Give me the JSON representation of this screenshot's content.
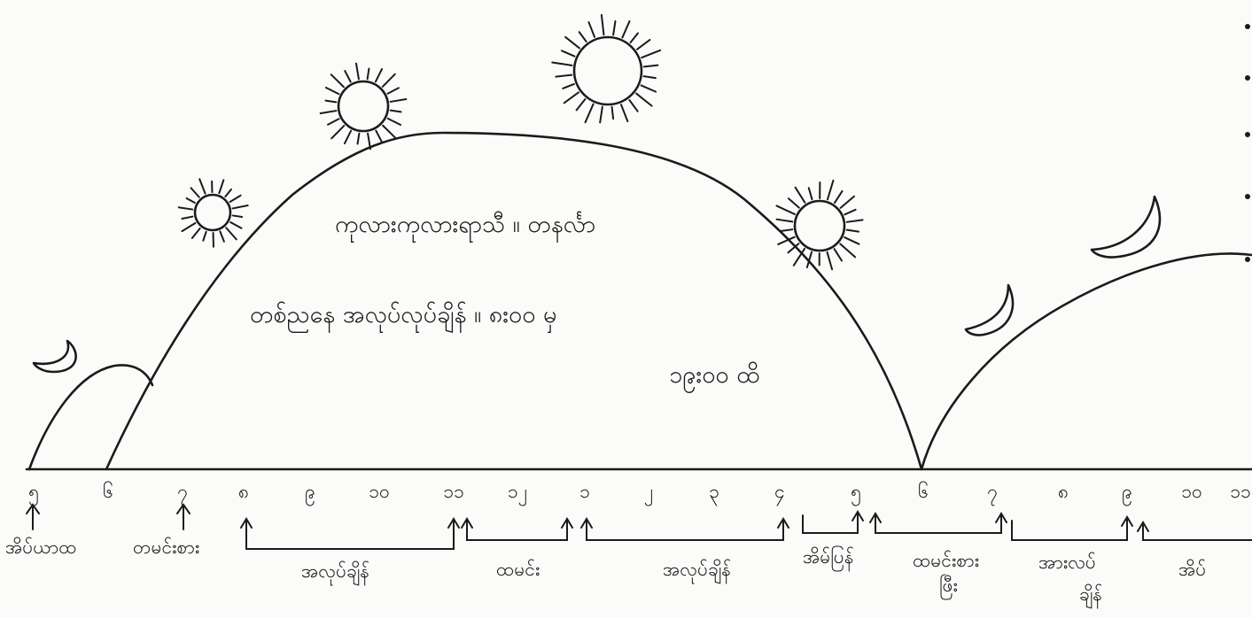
{
  "title_line1": "ကုလားကုလားရာသီ ။ တနင်္လာ",
  "title_line2": "တစ်ညနေ အလုပ်လုပ်ချိန် ။ ၈း၀၀ မှ",
  "title_line3": "၁၉း၀၀ ထိ",
  "hours": [
    "၅",
    "၆",
    "၇",
    "၈",
    "၉",
    "၁၀",
    "၁၁",
    "၁၂",
    "၁",
    "၂",
    "၃",
    "၄",
    "၅",
    "၆",
    "၇",
    "၈",
    "၉",
    "၁၀",
    "၁၁"
  ],
  "labels": {
    "sleep": "အိပ်ယာထ",
    "breakfast": "တမင်းစား",
    "work_morning": "အလုပ်ချိန်",
    "lunch": "ထမင်း",
    "work_afternoon": "အလုပ်ချိန်",
    "rest": "အိမ်ပြန်",
    "dinner_line1": "ထမင်းစား",
    "dinner_line2": "ဖြီး",
    "free_line1": "အားလပ်",
    "free_line2": "ချိန်",
    "bed": "အိပ်"
  },
  "icons": [
    "sun-icon",
    "moon-icon"
  ],
  "colors": {
    "ink": "#1b1b1b",
    "paper": "#fbfbf9"
  }
}
